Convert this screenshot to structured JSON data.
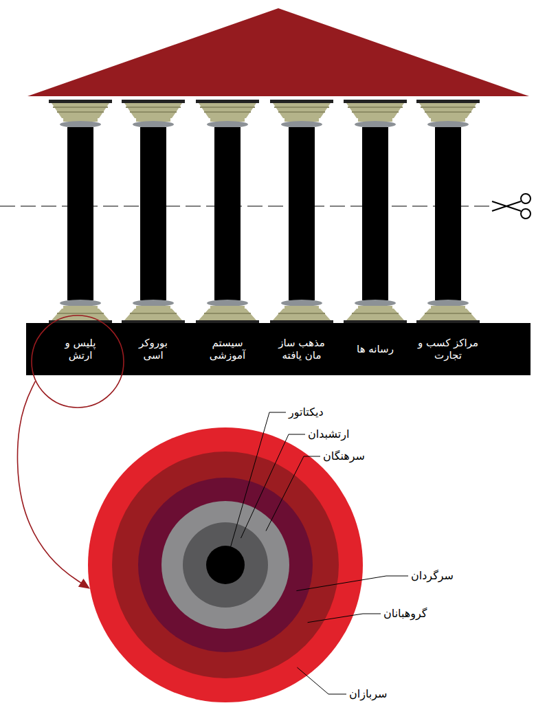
{
  "diagram": {
    "nodes": [
      {
        "text": [
          "پلیس و ارتش"
        ]
      },
      {
        "text": [
          "بوروکر اسی"
        ]
      },
      {
        "text": [
          "سیستم آموزشی"
        ]
      },
      {
        "text": [
          "مذهب ساز مان یافته"
        ]
      },
      {
        "text": [
          "رسانه ها"
        ]
      },
      {
        "text": [
          "مراکز کسب و تجارت"
        ]
      },
      {
        "text": [
          "سربازان"
        ]
      },
      {
        "text": [
          "گروهبانان"
        ],
        "in": 6
      },
      {
        "text": [
          "سرگردان"
        ],
        "in": 7
      },
      {
        "text": [
          "سرهنگان"
        ],
        "in": 8
      },
      {
        "text": [
          "ارتشبدان"
        ],
        "in": 9
      },
      {
        "text": [
          "دیکتاتور"
        ],
        "in": 10
      }
    ],
    "edges": [
      {
        "from": 0,
        "to": 6,
        "arrow": "to"
      }
    ]
  }
}
